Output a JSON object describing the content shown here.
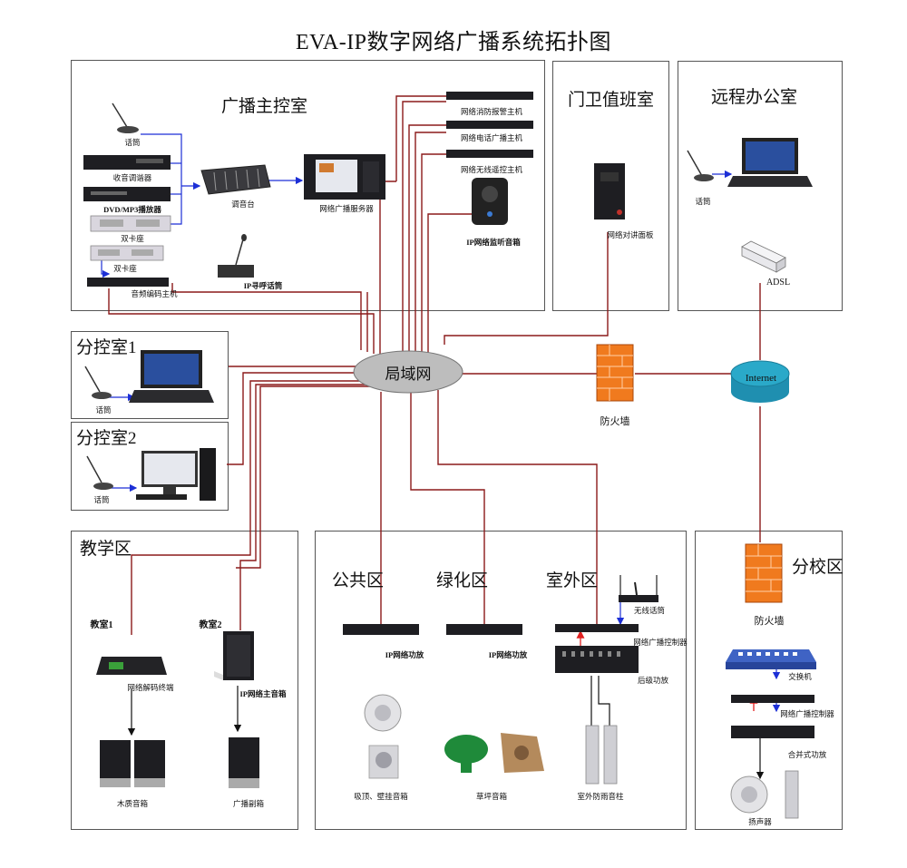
{
  "title": "EVA-IP数字网络广播系统拓扑图",
  "colors": {
    "wire": "#8b1a1a",
    "signal": "#1c2fd6",
    "red_arrow": "#e02020",
    "lan": "#bdbdbd",
    "internet": "#2aa9c9",
    "firewall": "#f07a1e"
  },
  "hub": {
    "lan": "局域网",
    "internet": "Internet",
    "firewall_main": "防火墙",
    "firewall_branch": "防火墙"
  },
  "regions": {
    "control_room": {
      "title": "广播主控室",
      "devices": {
        "mic": "话筒",
        "tuner": "收音调谐器",
        "dvd": "DVD/MP3播放器",
        "tape1": "双卡座",
        "tape2": "双卡座",
        "encoder": "音频编码主机",
        "mixer": "调音台",
        "server": "网络广播服务器",
        "ip_mic": "IP寻呼话筒",
        "fire": "网络消防报警主机",
        "phone": "网络电话广播主机",
        "wireless": "网络无线遥控主机",
        "monitor": "IP网络监听音箱"
      }
    },
    "gate": {
      "title": "门卫值班室",
      "device": "网络对讲面板"
    },
    "remote": {
      "title": "远程办公室",
      "mic": "话筒",
      "adsl": "ADSL"
    },
    "sub1": {
      "title": "分控室1",
      "mic": "话筒"
    },
    "sub2": {
      "title": "分控室2",
      "mic": "话筒"
    },
    "teaching": {
      "title": "教学区",
      "room1": "教室1",
      "room2": "教室2",
      "decoder": "网络解码终端",
      "ip_speaker": "IP网络主音箱",
      "wood": "木质音箱",
      "sub_speaker": "广播副箱"
    },
    "public": {
      "title": "公共区",
      "amp": "IP网络功放",
      "speaker": "吸顶、壁挂音箱"
    },
    "green": {
      "title": "绿化区",
      "amp": "IP网络功放",
      "speaker": "草坪音箱"
    },
    "outdoor": {
      "title": "室外区",
      "wireless_mic": "无线话筒",
      "controller": "网络广播控制器",
      "amp": "后级功放",
      "speaker": "室外防雨音柱"
    },
    "branch": {
      "title": "分校区",
      "switch": "交换机",
      "controller": "网络广播控制器",
      "amp": "合并式功放",
      "speaker": "扬声器"
    }
  }
}
